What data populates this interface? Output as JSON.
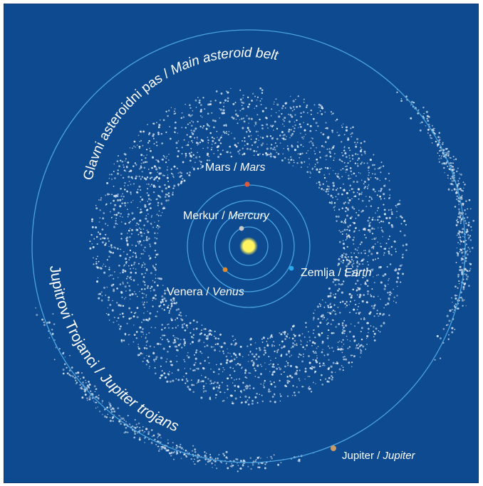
{
  "colors": {
    "background": "#0d4a8f",
    "orbit": "#4aa3e0",
    "asteroid": "#d9e6f2",
    "sun": "#fff45c",
    "mars": "#e0593a",
    "mercury": "#c9c9c9",
    "venus": "#e08a2c",
    "earth": "#2aa7ee",
    "jupiter": "#c99a66"
  },
  "labels": {
    "belt_sl": "Glavni asteroidni pas / ",
    "belt_en": "Main asteroid belt",
    "trojans_sl": "Jupitrovi Trojanci / ",
    "trojans_en": "Jupiter trojans",
    "mars_sl": "Mars / ",
    "mars_en": "Mars",
    "mercury_sl": "Merkur / ",
    "mercury_en": "Mercury",
    "earth_sl": "Zemlja / ",
    "earth_en": "Earth",
    "venus_sl": "Venera / ",
    "venus_en": "Venus",
    "jupiter_sl": "Jupiter / ",
    "jupiter_en": "Jupiter"
  }
}
